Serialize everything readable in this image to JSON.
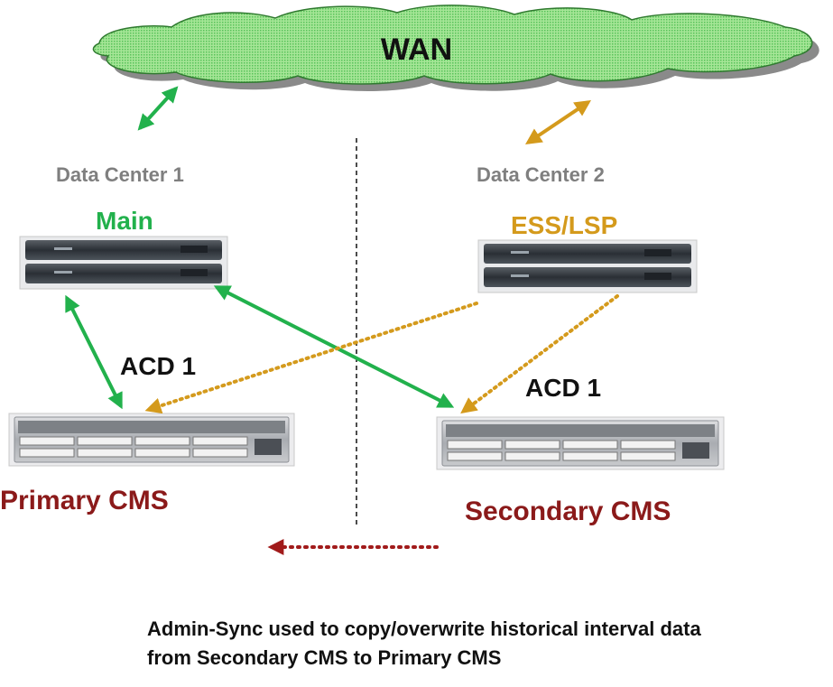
{
  "wan_label": "WAN",
  "data_centers": [
    {
      "title": "Data Center 1",
      "node_label": "Main",
      "node_color": "#22b14c"
    },
    {
      "title": "Data Center 2",
      "node_label": "ESS/LSP",
      "node_color": "#d49a1c"
    }
  ],
  "acd_labels": [
    "ACD 1",
    "ACD 1"
  ],
  "cms": [
    {
      "label": "Primary CMS",
      "color": "#8b1a1a"
    },
    {
      "label": "Secondary CMS",
      "color": "#8b1a1a"
    }
  ],
  "note": "Admin-Sync used to copy/overwrite historical interval data from Secondary CMS to Primary CMS",
  "colors": {
    "wan_fill": "#9fe08f",
    "green_link": "#22b14c",
    "gold_link": "#d49a1c",
    "sync_arrow": "#a11b1b"
  },
  "icons": [
    "cloud-shape",
    "server-chassis",
    "cms-server-chassis"
  ]
}
